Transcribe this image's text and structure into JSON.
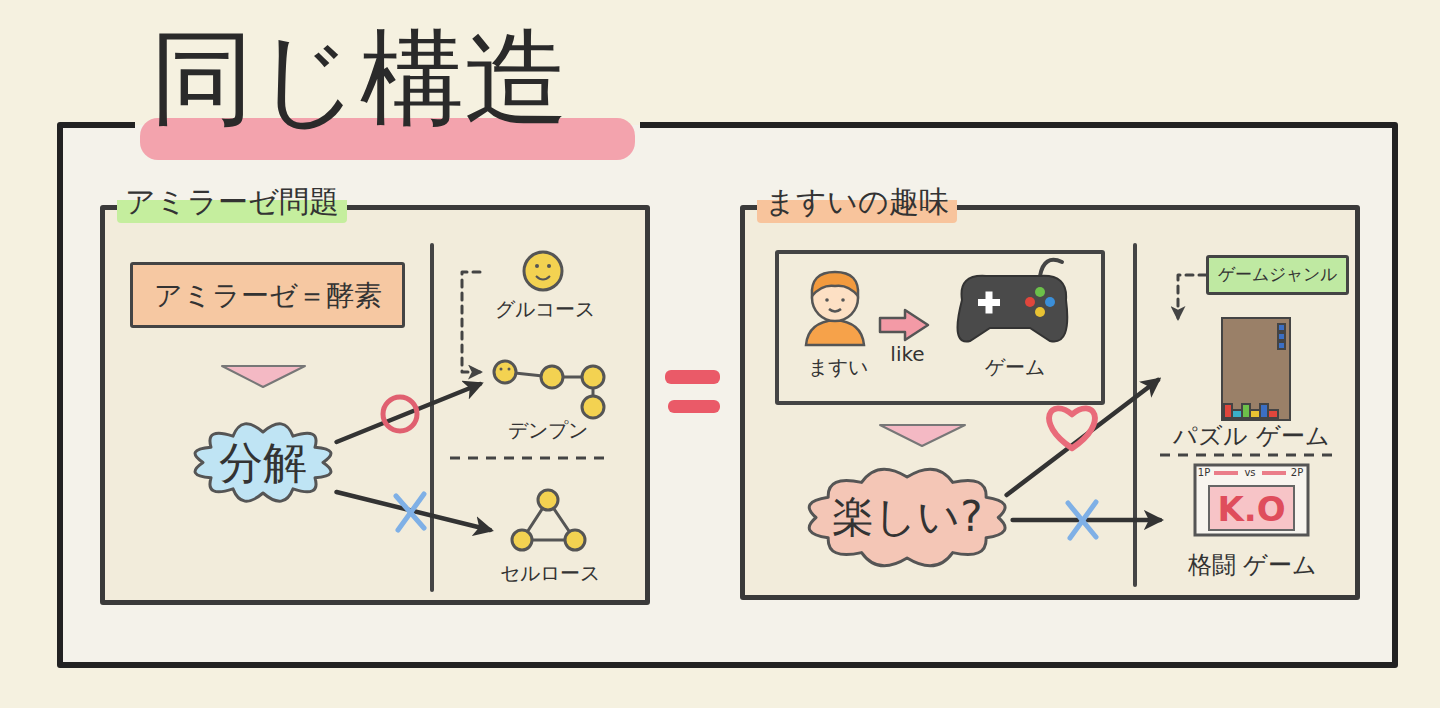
{
  "diagram": {
    "title": "同じ構造",
    "nodes": [
      {
        "text": [
          "アミラーゼ問題"
        ]
      },
      {
        "text": [
          "アミラーゼ＝酵素"
        ],
        "in": 0
      },
      {
        "text": [
          "分解"
        ],
        "in": 0
      },
      {
        "text": [
          "グルコース"
        ],
        "in": 0
      },
      {
        "text": [
          "デンプン"
        ],
        "in": 0
      },
      {
        "text": [
          "セルロース"
        ],
        "in": 0
      },
      {
        "text": [
          "ますいの趣味"
        ]
      },
      {
        "text": [
          "ますい",
          "like",
          "ゲーム"
        ],
        "in": 6
      },
      {
        "text": [
          "楽しい?"
        ],
        "in": 6
      },
      {
        "text": [
          "ゲームジャンル"
        ],
        "in": 6
      },
      {
        "text": [
          "パズル ゲーム"
        ],
        "in": 6
      },
      {
        "text": [
          "1P",
          "vs",
          "2P",
          "K.O",
          "格闘 ゲーム"
        ],
        "in": 6
      }
    ],
    "edges": [
      {
        "from": 3,
        "to": 4,
        "arrow": "to"
      },
      {
        "from": 2,
        "to": 4,
        "arrow": "to"
      },
      {
        "from": 2,
        "to": 5,
        "arrow": "to"
      },
      {
        "from": 9,
        "to": 10,
        "arrow": "to"
      },
      {
        "from": 8,
        "to": 10,
        "arrow": "to"
      },
      {
        "from": 8,
        "to": 11,
        "arrow": "to"
      }
    ]
  }
}
